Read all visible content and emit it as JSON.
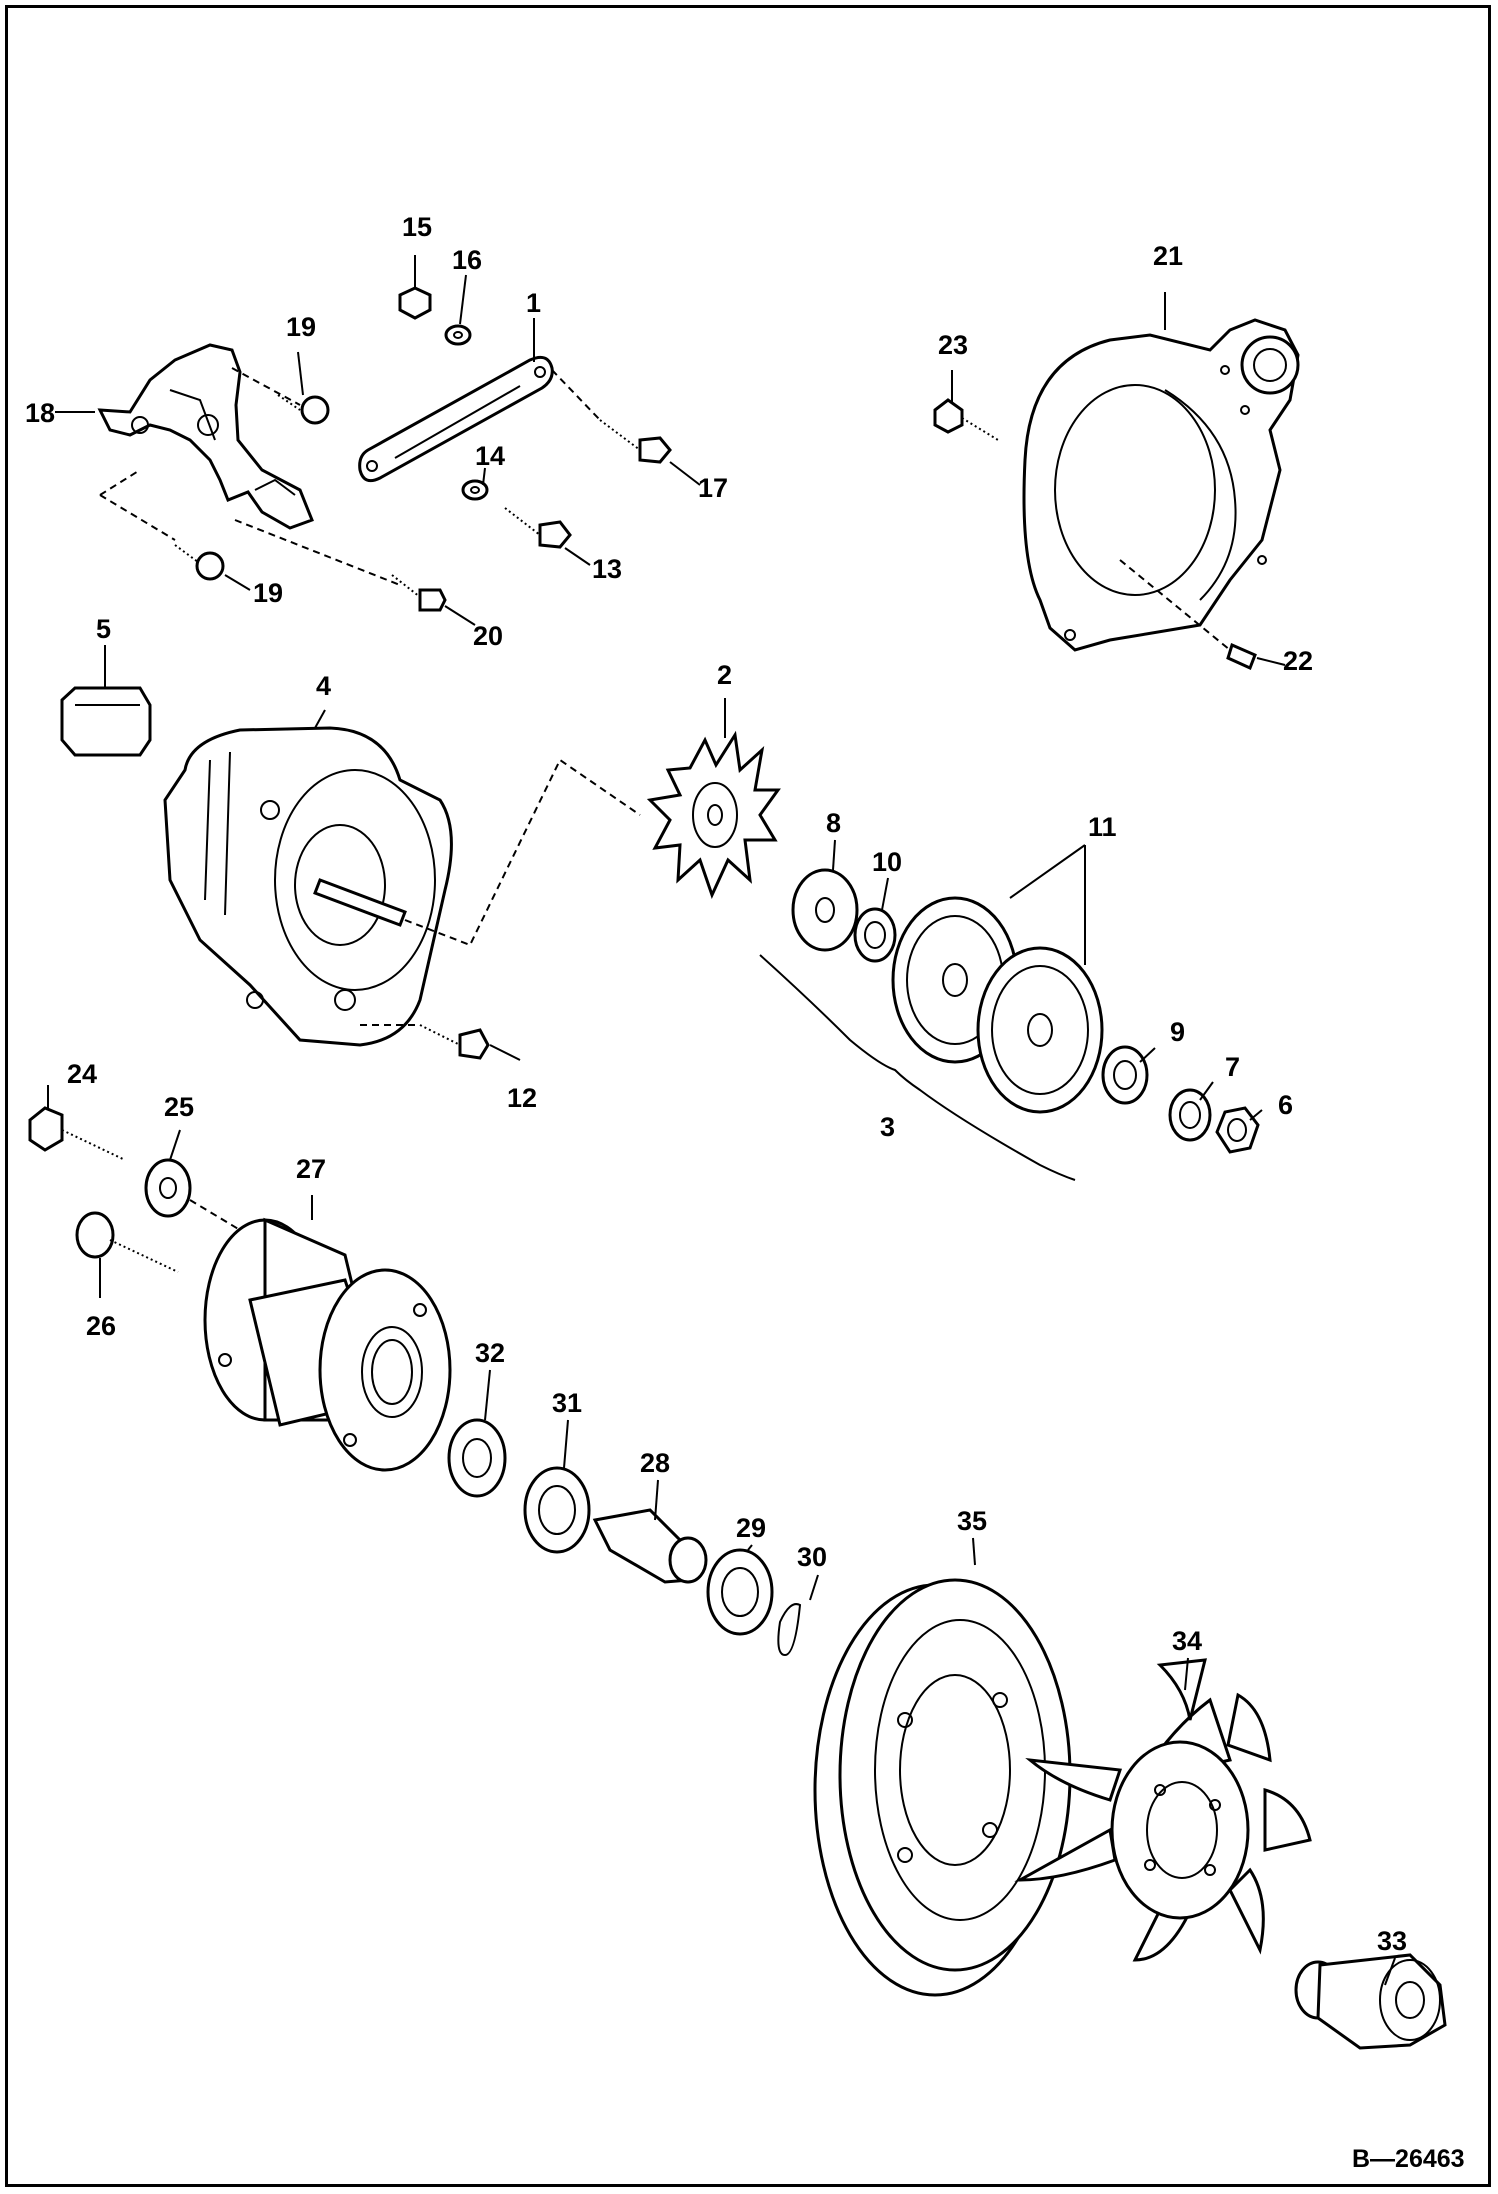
{
  "drawing_reference": "B—26463",
  "callouts": {
    "c1": "1",
    "c2": "2",
    "c3": "3",
    "c4": "4",
    "c5": "5",
    "c6": "6",
    "c7": "7",
    "c8": "8",
    "c9": "9",
    "c10": "10",
    "c11": "11",
    "c12": "12",
    "c13": "13",
    "c14": "14",
    "c15": "15",
    "c16": "16",
    "c17": "17",
    "c18": "18",
    "c19a": "19",
    "c19b": "19",
    "c20": "20",
    "c21": "21",
    "c22": "22",
    "c23": "23",
    "c24": "24",
    "c25": "25",
    "c26": "26",
    "c27": "27",
    "c28": "28",
    "c29": "29",
    "c30": "30",
    "c31": "31",
    "c32": "32",
    "c33": "33",
    "c34": "34",
    "c35": "35"
  }
}
